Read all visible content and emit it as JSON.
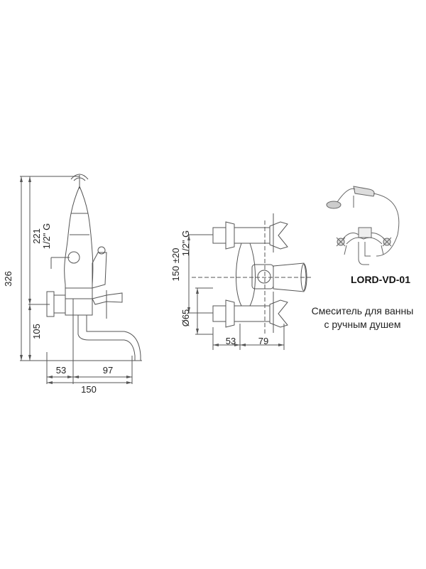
{
  "side_view": {
    "dim_total_height": "326",
    "dim_upper_height": "221",
    "dim_thread": "1/2\" G",
    "dim_lower_height": "105",
    "dim_left_width": "53",
    "dim_spout_width": "97",
    "dim_total_width": "150"
  },
  "front_view": {
    "dim_spacing": "150 ±20",
    "dim_thread": "1/2\" G",
    "dim_diameter": "Ø65",
    "dim_left": "53",
    "dim_right": "79"
  },
  "product": {
    "model": "LORD-VD-01",
    "description_line1": "Смеситель для ванны",
    "description_line2": "с ручным душем"
  },
  "colors": {
    "line": "#555555",
    "text": "#222222"
  }
}
